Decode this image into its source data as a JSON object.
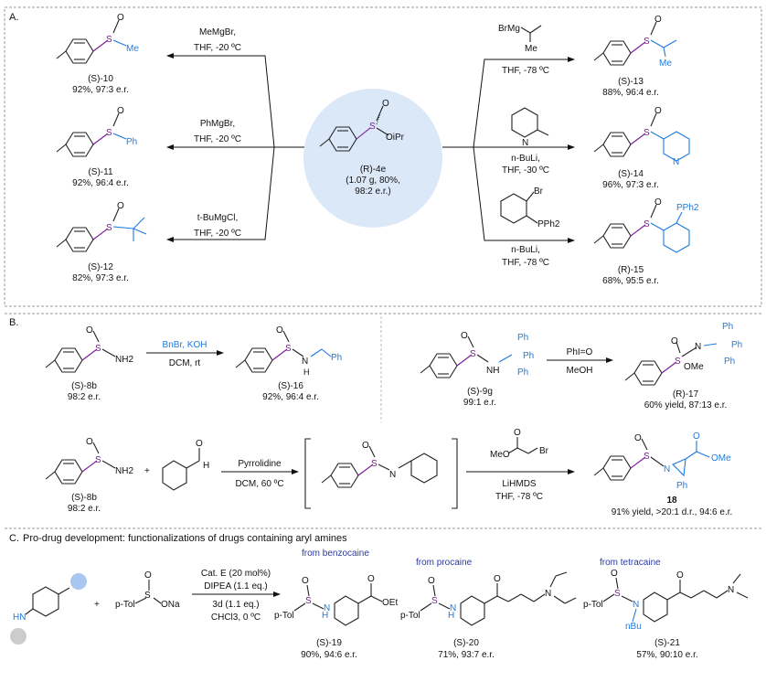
{
  "sections": {
    "a_label": "A.",
    "b_label": "B.",
    "c_label": "C.",
    "c_title": "Pro-drug development: functionalizations of drugs containing aryl amines"
  },
  "a": {
    "center": {
      "compound": "(R)-4e",
      "detail1": "(1.07 g, 80%,",
      "detail2": "98:2 e.r.)",
      "sub": "OiPr"
    },
    "left": [
      {
        "reagent": "MeMgBr,",
        "cond": "THF, -20 ºC",
        "compound": "(S)-10",
        "result": "92%, 97:3 e.r.",
        "group": "Me"
      },
      {
        "reagent": "PhMgBr,",
        "cond": "THF, -20 ºC",
        "compound": "(S)-11",
        "result": "92%, 96:4 e.r.",
        "group": "Ph"
      },
      {
        "reagent": "t-BuMgCl,",
        "cond": "THF, -20 ºC",
        "compound": "(S)-12",
        "result": "82%, 97:3 e.r.",
        "group": ""
      }
    ],
    "right": [
      {
        "reagent": "BrMg",
        "reagent_sub": "Me",
        "cond": "THF, -78 ºC",
        "compound": "(S)-13",
        "result": "88%, 96:4 e.r.",
        "group": "Me"
      },
      {
        "reagent": "n-BuLi,",
        "cond": "THF, -30 ºC",
        "compound": "(S)-14",
        "result": "96%, 97:3 e.r.",
        "group": "N"
      },
      {
        "reagent": "n-BuLi,",
        "cond": "THF, -78 ºC",
        "reagent_br": "Br",
        "reagent_pph2": "PPh2",
        "compound": "(R)-15",
        "result": "68%, 95:5 e.r.",
        "group": "PPh2"
      }
    ]
  },
  "b": {
    "r1_start": {
      "compound": "(S)-8b",
      "er": "98:2 e.r.",
      "sub": "NH2"
    },
    "r1_reagent": "BnBr, KOH",
    "r1_cond": "DCM, rt",
    "r1_product": {
      "compound": "(S)-16",
      "result": "92%, 96:4 e.r.",
      "nh": "H",
      "n": "N",
      "ph": "Ph"
    },
    "r2_start": {
      "compound": "(S)-9g",
      "er": "99:1 e.r.",
      "nh": "NH",
      "ph": "Ph"
    },
    "r2_reagent": "PhI=O",
    "r2_cond": "MeOH",
    "r2_product": {
      "compound": "(R)-17",
      "result": "60% yield, 87:13 e.r.",
      "ome": "OMe",
      "n": "N",
      "ph": "Ph"
    },
    "r3_start": {
      "compound": "(S)-8b",
      "er": "98:2 e.r.",
      "sub": "NH2"
    },
    "r3_plus": "+",
    "r3_aldehyde": {
      "o": "O",
      "h": "H"
    },
    "r3_reagent": "Pyrrolidine",
    "r3_cond": "DCM, 60 ºC",
    "r3_imine_n": "N",
    "r3_reagent2a": "MeO",
    "r3_reagent2br": "Br",
    "r3_reagent2o": "O",
    "r3_reagent2": "LiHMDS",
    "r3_cond2": "THF, -78 ºC",
    "r3_product": {
      "compound": "18",
      "result1": "91% yield, >20:1 d.r., 94:6 e.r.",
      "n": "N",
      "ph": "Ph",
      "ome": "OMe",
      "o": "O"
    }
  },
  "c": {
    "amine": "HN",
    "plus": "+",
    "sulfinate": {
      "tol": "p-Tol",
      "s": "S",
      "o": "O",
      "ona": "ONa"
    },
    "cat": "Cat. E (20 mol%)",
    "base": "DIPEA (1.1 eq.)",
    "additive": "3d (1.1 eq.)",
    "cond": "CHCl3, 0 ºC",
    "products": [
      {
        "origin": "from benzocaine",
        "compound": "(S)-19",
        "result": "90%, 94:6 e.r.",
        "group": "OEt"
      },
      {
        "origin": "from procaine",
        "compound": "(S)-20",
        "result": "71%, 93:7 e.r.",
        "group": "N"
      },
      {
        "origin": "from tetracaine",
        "compound": "(S)-21",
        "result": "57%, 90:10 e.r.",
        "group": "N",
        "sub": "nBu"
      }
    ]
  },
  "colors": {
    "sulfur": "#7a1a9a",
    "blue": "#1e7be0",
    "circle": "#dbe8f8",
    "sphere_blue": "#a9c6ef",
    "sphere_grey": "#cccccc"
  }
}
